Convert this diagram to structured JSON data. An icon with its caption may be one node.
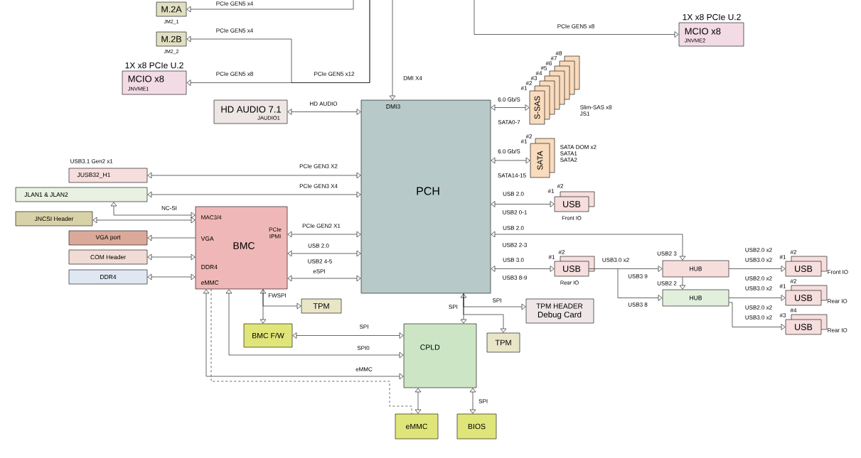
{
  "diagram": {
    "nodes": [
      {
        "text": [
          "M.2A"
        ],
        "beside": [
          "JM2_1"
        ]
      },
      {
        "text": [
          "M.2B"
        ],
        "beside": [
          "JM2_2"
        ]
      },
      {
        "text": [
          "1X x8 PCIe U.2",
          "MCIO x8",
          "JNVME1"
        ]
      },
      {
        "text": [
          "1X x8 PCIe U.2",
          "MCIO x8",
          "JNVME2"
        ]
      },
      {
        "text": [
          "DMI3",
          "PCH"
        ]
      },
      {
        "text": [
          "HD AUDIO 7.1",
          "JAUDIO1"
        ]
      },
      {
        "text": [
          "S-SAS"
        ],
        "beside": [
          "#1",
          "#2",
          "#3",
          "#4",
          "#5",
          "#6",
          "#7",
          "#8",
          "Slim-SAS x8",
          "JS1"
        ]
      },
      {
        "text": [
          "SATA"
        ],
        "beside": [
          "#1",
          "#2",
          "SATA DOM x2",
          "SATA1",
          "SATA2"
        ]
      },
      {
        "text": [
          "USB"
        ],
        "beside": [
          "#1",
          "#2",
          "Front IO"
        ]
      },
      {
        "text": [
          "USB3.1 Gen2 x1",
          "JUSB32_H1"
        ]
      },
      {
        "text": [
          "JLAN1 & JLAN2"
        ]
      },
      {
        "text": [
          "JNCSI Header"
        ]
      },
      {
        "text": [
          "MAC3/4",
          "PCIe IPMI",
          "VGA",
          "BMC",
          "DDR4",
          "eMMC"
        ]
      },
      {
        "text": [
          "VGA port"
        ]
      },
      {
        "text": [
          "COM Header"
        ]
      },
      {
        "text": [
          "DDR4"
        ]
      },
      {
        "text": [
          "TPM"
        ]
      },
      {
        "text": [
          "BMC F/W"
        ]
      },
      {
        "text": [
          "CPLD"
        ]
      },
      {
        "text": [
          "eMMC"
        ]
      },
      {
        "text": [
          "BIOS"
        ]
      },
      {
        "text": [
          "TPM HEADER",
          "Debug Card"
        ]
      },
      {
        "text": [
          "TPM"
        ]
      },
      {
        "text": [
          "USB"
        ],
        "beside": [
          "#1",
          "#2",
          "Rear IO"
        ]
      },
      {
        "text": [
          "HUB"
        ]
      },
      {
        "text": [
          "HUB"
        ]
      },
      {
        "text": [
          "USB"
        ],
        "beside": [
          "#1",
          "#2",
          "Front IO"
        ]
      },
      {
        "text": [
          "USB"
        ],
        "beside": [
          "#1",
          "#2",
          "Rear IO"
        ]
      },
      {
        "text": [
          "USB"
        ],
        "beside": [
          "#3",
          "#4",
          "Rear IO"
        ]
      }
    ],
    "edges": [
      {
        "from": null,
        "to": 0,
        "arrow": "to",
        "label": "PCIe GEN5 x4"
      },
      {
        "from": null,
        "to": 1,
        "arrow": "to",
        "label": "PCIe GEN5 x4"
      },
      {
        "from": null,
        "to": 2,
        "arrow": "to",
        "label": "PCIe GEN5 x8"
      },
      {
        "from": null,
        "to": 3,
        "arrow": "to",
        "label": "PCIe GEN5 x8"
      },
      {
        "from": null,
        "to": 4,
        "arrow": "to",
        "label": "DMI X4"
      },
      {
        "from": 5,
        "to": 4,
        "arrow": "both",
        "label": "HD AUDIO"
      },
      {
        "from": 4,
        "to": 6,
        "arrow": "both",
        "label": "6.0 Gb/S"
      },
      {
        "from": 4,
        "to": 7,
        "arrow": "both",
        "label": "6.0 Gb/S"
      },
      {
        "from": 4,
        "to": 8,
        "arrow": "both",
        "label": "USB 2.0"
      },
      {
        "from": 9,
        "to": 4,
        "arrow": "both",
        "label": "PCIe GEN3 X2"
      },
      {
        "from": 10,
        "to": 4,
        "arrow": "both",
        "label": "PCIe GEN3 X4"
      },
      {
        "from": 10,
        "to": 12,
        "arrow": "both",
        "label": "NC-SI"
      },
      {
        "from": 11,
        "to": 12,
        "arrow": "both"
      },
      {
        "from": 12,
        "to": 13,
        "arrow": "to"
      },
      {
        "from": 12,
        "to": 14,
        "arrow": "both"
      },
      {
        "from": 12,
        "to": 15,
        "arrow": "both"
      },
      {
        "from": 12,
        "to": 4,
        "arrow": "both",
        "label": "PCIe GEN2 X1"
      },
      {
        "from": 12,
        "to": 4,
        "arrow": "both",
        "label": "USB 2.0"
      },
      {
        "from": 12,
        "to": 4,
        "arrow": "both",
        "label": "eSPI"
      },
      {
        "from": 12,
        "to": 16,
        "arrow": "to",
        "label": "FWSPI"
      },
      {
        "from": 12,
        "to": 17,
        "arrow": "both"
      },
      {
        "from": 17,
        "to": 18,
        "arrow": "both",
        "label": "SPI"
      },
      {
        "from": 12,
        "to": 18,
        "arrow": "both",
        "label": "SPI0"
      },
      {
        "from": 12,
        "to": 18,
        "arrow": "both",
        "label": "eMMC"
      },
      {
        "from": 12,
        "to": 19,
        "arrow": "none",
        "style": "dashed"
      },
      {
        "from": 18,
        "to": 19,
        "arrow": "both"
      },
      {
        "from": 18,
        "to": 20,
        "arrow": "both",
        "label": "SPI"
      },
      {
        "from": 4,
        "to": 18,
        "arrow": "both",
        "label": "SPI"
      },
      {
        "from": 4,
        "to": 21,
        "arrow": "to",
        "label": "SPI"
      },
      {
        "from": 4,
        "to": 22,
        "arrow": "to"
      },
      {
        "from": 4,
        "to": 23,
        "arrow": "both",
        "label": "USB 3.0"
      },
      {
        "from": 4,
        "to": 24,
        "arrow": "both",
        "label": "USB 2.0"
      },
      {
        "from": 23,
        "to": 24,
        "arrow": "to",
        "label": "USB3 9"
      },
      {
        "from": 23,
        "to": 25,
        "arrow": "to",
        "label": "USB3 8"
      },
      {
        "from": 24,
        "to": 25,
        "arrow": "to",
        "label": "USB2 2"
      },
      {
        "from": 24,
        "to": 26,
        "arrow": "to",
        "label": "USB2.0 x2"
      },
      {
        "from": 25,
        "to": 27,
        "arrow": "to",
        "label": "USB2.0 x2"
      },
      {
        "from": 25,
        "to": 28,
        "arrow": "to",
        "label": "USB2.0 x2"
      }
    ],
    "labels": [
      "PCIe GEN5 x12",
      "SATA0-7",
      "SATA14-15",
      "USB2 0-1",
      "USB2 2-3",
      "USB2 4-5",
      "USB3 8-9",
      "USB3.0 x2",
      "USB2 3",
      "USB3.0 x2",
      "USB3.0 x2",
      "USB3.0 x2"
    ]
  }
}
